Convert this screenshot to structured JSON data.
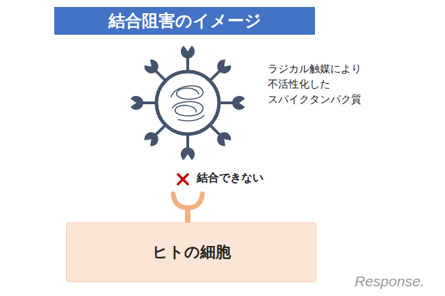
{
  "diagram": {
    "title": "結合阻害のイメージ",
    "nodes": [
      {
        "text": [
          "ヒトの細胞"
        ]
      }
    ],
    "labels": [
      "ラジカル触媒により 不活性化した スパイクタンパク質",
      "結合できない",
      "Response."
    ]
  }
}
